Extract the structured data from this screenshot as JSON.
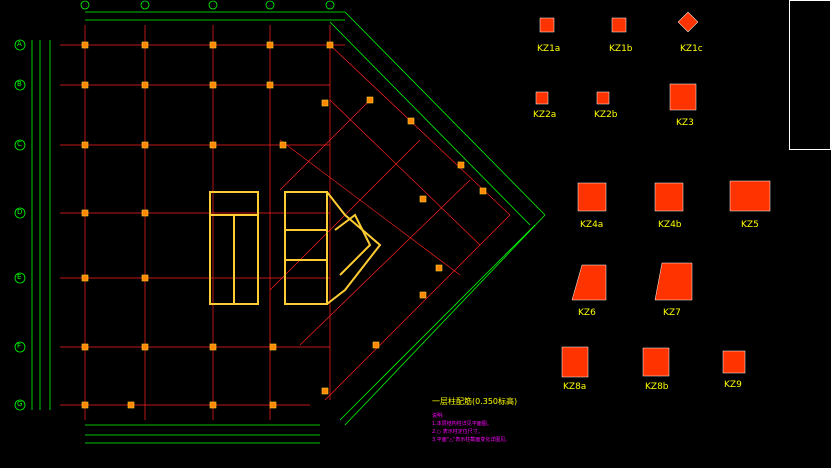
{
  "plan": {
    "title": "一层柱配筋",
    "elevation_label": "(0.350标高)",
    "notes": [
      "说明:",
      "1.本层结构柱详见平面图。",
      "2.○ 表示柱定位尺寸。",
      "3.平面\"△\"表示柱截面变化详图见。"
    ],
    "axis_labels_left": [
      "A",
      "B",
      "C",
      "D",
      "E",
      "F",
      "G"
    ]
  },
  "columns": [
    {
      "name": "KZ1a"
    },
    {
      "name": "KZ1b"
    },
    {
      "name": "KZ1c"
    },
    {
      "name": "KZ2a"
    },
    {
      "name": "KZ2b"
    },
    {
      "name": "KZ3"
    },
    {
      "name": "KZ4a"
    },
    {
      "name": "KZ4b"
    },
    {
      "name": "KZ5"
    },
    {
      "name": "KZ6"
    },
    {
      "name": "KZ7"
    },
    {
      "name": "KZ8a"
    },
    {
      "name": "KZ8b"
    },
    {
      "name": "KZ9"
    }
  ],
  "colors": {
    "background": "#000000",
    "grid_red": "#ff2020",
    "dim_green": "#00ff00",
    "wall_yellow": "#ffcc33",
    "text_magenta": "#ff00ff",
    "label_yellow": "#ffff00",
    "column_fill": "#ff3300"
  }
}
